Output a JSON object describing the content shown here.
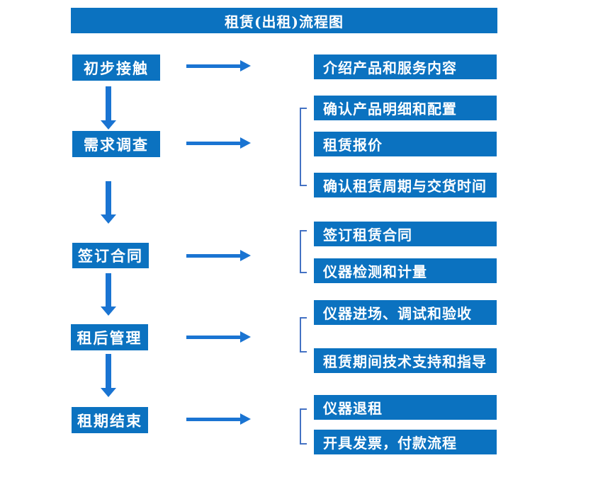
{
  "title": "租赁(出租)流程图",
  "colors": {
    "box_blue": "#0b72c0",
    "arrow_blue": "#1a74d2",
    "bracket_blue": "#4472c4",
    "text_white": "#ffffff"
  },
  "stages": [
    {
      "label": "初步接触",
      "details": [
        "介绍产品和服务内容"
      ]
    },
    {
      "label": "需求调查",
      "details": [
        "确认产品明细和配置",
        "租赁报价",
        "确认租赁周期与交货时间"
      ]
    },
    {
      "label": "签订合同",
      "details": [
        "签订租赁合同",
        "仪器检测和计量"
      ]
    },
    {
      "label": "租后管理",
      "details": [
        "仪器进场、调试和验收",
        "租赁期间技术支持和指导"
      ]
    },
    {
      "label": "租期结束",
      "details": [
        "仪器退租",
        "开具发票，付款流程"
      ]
    }
  ]
}
